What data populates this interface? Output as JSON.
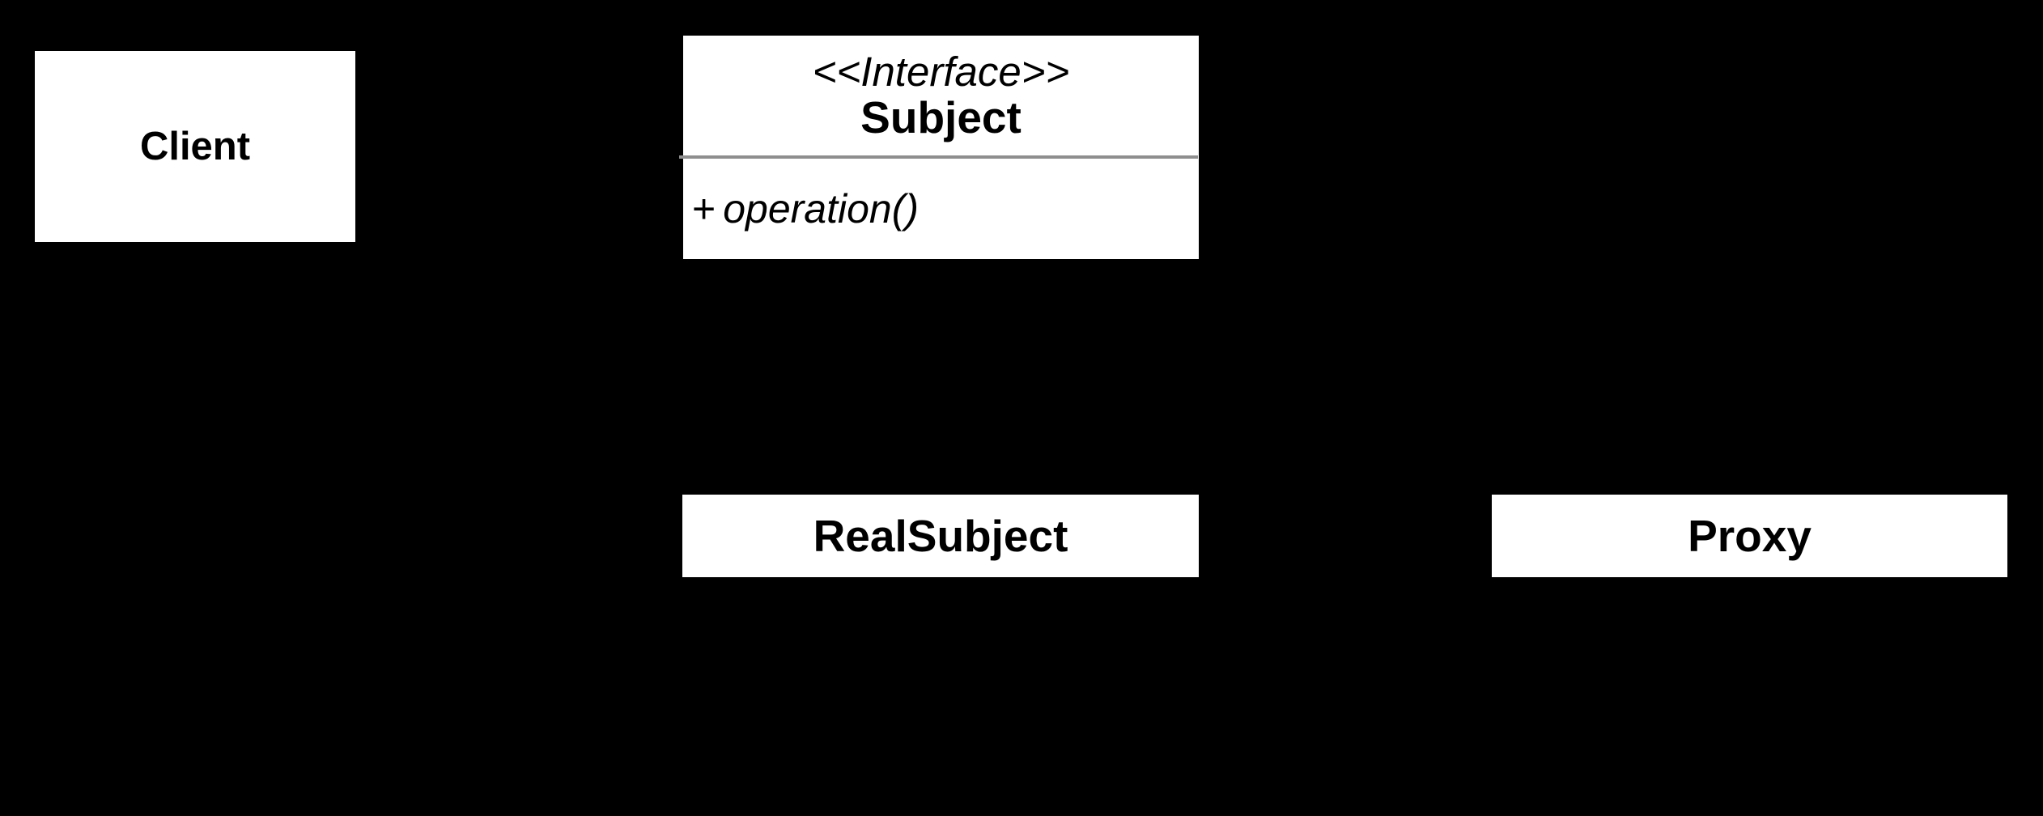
{
  "diagram": {
    "kind": "uml-class-diagram",
    "pattern": "Proxy",
    "colors": {
      "background": "#000000",
      "box_fill": "#ffffff",
      "text": "#000000",
      "separator": "#8e8e8e"
    },
    "classes": {
      "client": {
        "name": "Client"
      },
      "subject": {
        "stereotype": "<<Interface>>",
        "name": "Subject",
        "operation_visibility": "+",
        "operation_signature": "operation()"
      },
      "real_subject": {
        "name": "RealSubject"
      },
      "proxy": {
        "name": "Proxy"
      }
    }
  }
}
